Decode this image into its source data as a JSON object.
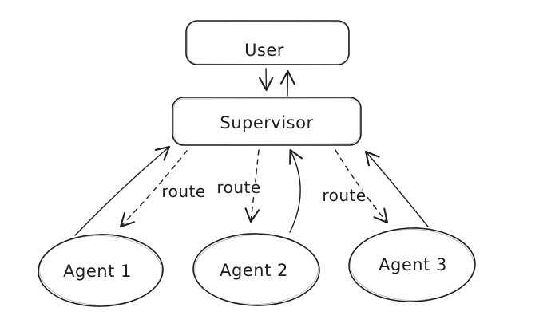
{
  "diagram": {
    "background_color": "#ffffff",
    "stroke_color": "#1e1e1e",
    "text_color": "#1e1e1e",
    "nodes": {
      "user": {
        "label": "User",
        "shape": "rounded-rectangle"
      },
      "supervisor": {
        "label": "Supervisor",
        "shape": "rounded-rectangle"
      },
      "agent1": {
        "label": "Agent 1",
        "shape": "ellipse"
      },
      "agent2": {
        "label": "Agent 2",
        "shape": "ellipse"
      },
      "agent3": {
        "label": "Agent 3",
        "shape": "ellipse"
      }
    },
    "edges": [
      {
        "id": "user-to-supervisor",
        "from": "User",
        "to": "Supervisor",
        "line": "solid"
      },
      {
        "id": "supervisor-to-user",
        "from": "Supervisor",
        "to": "User",
        "line": "solid"
      },
      {
        "id": "agent1-to-supervisor",
        "from": "Agent 1",
        "to": "Supervisor",
        "line": "solid"
      },
      {
        "id": "supervisor-to-agent1",
        "from": "Supervisor",
        "to": "Agent 1",
        "line": "dashed",
        "label": "route"
      },
      {
        "id": "supervisor-to-agent2",
        "from": "Supervisor",
        "to": "Agent 2",
        "line": "dashed",
        "label": "route"
      },
      {
        "id": "agent2-to-supervisor",
        "from": "Agent 2",
        "to": "Supervisor",
        "line": "solid"
      },
      {
        "id": "supervisor-to-agent3",
        "from": "Supervisor",
        "to": "Agent 3",
        "line": "dashed",
        "label": "route"
      },
      {
        "id": "agent3-to-supervisor",
        "from": "Agent 3",
        "to": "Supervisor",
        "line": "solid"
      }
    ]
  }
}
